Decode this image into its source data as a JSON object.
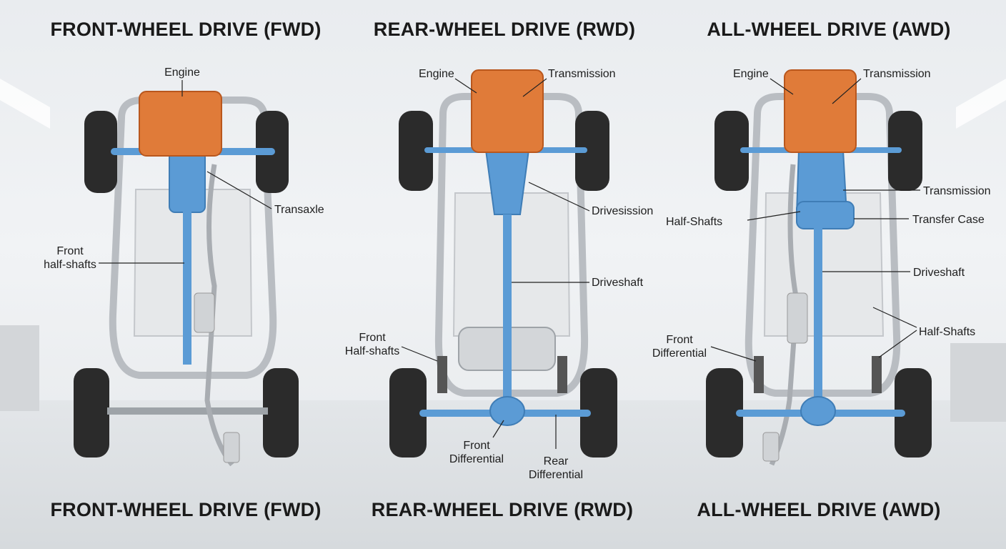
{
  "colors": {
    "engine": "#e07b39",
    "drivetrain": "#5b9bd5",
    "frame": "#c9ccd0",
    "tire": "#2b2b2b",
    "label": "#1e1e1e"
  },
  "panels": [
    {
      "key": "fwd",
      "top_title": "FRONT-WHEEL DRIVE (FWD)",
      "bottom_title": "FRONT-WHEEL DRIVE (FWD)",
      "labels": {
        "engine": "Engine",
        "transaxle": "Transaxle",
        "front_half_shafts": "Front\nhalf-shafts"
      }
    },
    {
      "key": "rwd",
      "top_title": "REAR-WHEEL DRIVE (RWD)",
      "bottom_title": "REAR-WHEEL DRIVE (RWD)",
      "labels": {
        "engine": "Engine",
        "transmission": "Transmission",
        "drivesission": "Drivesission",
        "driveshaft": "Driveshaft",
        "front_half_shafts": "Front\nHalf-shafts",
        "front_differential": "Front\nDifferential",
        "rear_differential": "Rear\nDifferential"
      }
    },
    {
      "key": "awd",
      "top_title": "ALL-WHEEL DRIVE (AWD)",
      "bottom_title": "ALL-WHEEL DRIVE (AWD)",
      "labels": {
        "engine": "Engine",
        "transmission_top": "Transmission",
        "transmission": "Transmission",
        "half_shafts": "Half-Shafts",
        "transfer_case": "Transfer Case",
        "driveshaft": "Driveshaft",
        "half_shafts_rear": "Half-Shafts",
        "front_differential": "Front\nDifferential"
      }
    }
  ]
}
